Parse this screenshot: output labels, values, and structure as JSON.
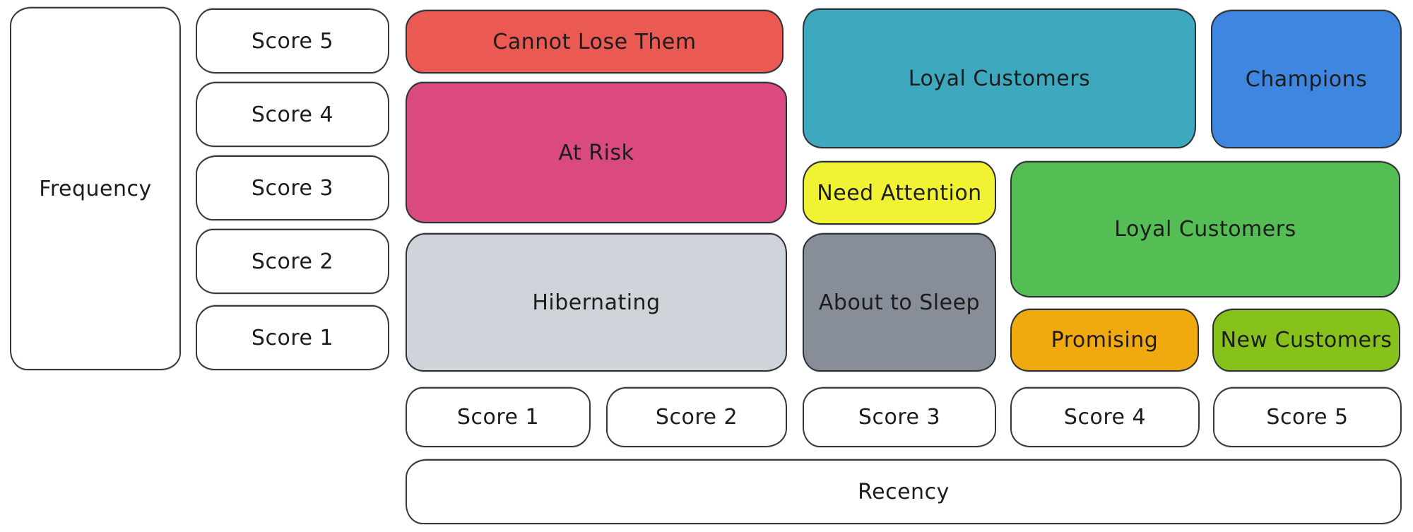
{
  "axes": {
    "frequency": {
      "label": "Frequency",
      "scores": [
        "Score 5",
        "Score 4",
        "Score 3",
        "Score 2",
        "Score 1"
      ]
    },
    "recency": {
      "label": "Recency",
      "scores": [
        "Score 1",
        "Score 2",
        "Score 3",
        "Score 4",
        "Score 5"
      ]
    }
  },
  "segments": {
    "cannot_lose_them": {
      "label": "Cannot Lose Them",
      "color": "#EA5952"
    },
    "at_risk": {
      "label": "At Risk",
      "color": "#DA4A80"
    },
    "hibernating": {
      "label": "Hibernating",
      "color": "#CFD4DB"
    },
    "loyal_customers_top": {
      "label": "Loyal Customers",
      "color": "#3DA8BE"
    },
    "champions": {
      "label": "Champions",
      "color": "#3E86E0"
    },
    "need_attention": {
      "label": "Need Attention",
      "color": "#F0F233"
    },
    "about_to_sleep": {
      "label": "About to Sleep",
      "color": "#878E98"
    },
    "loyal_customers_mid": {
      "label": "Loyal Customers",
      "color": "#54BD53"
    },
    "promising": {
      "label": "Promising",
      "color": "#F0A90F"
    },
    "new_customers": {
      "label": "New Customers",
      "color": "#86C21B"
    }
  },
  "colors": {
    "stroke": "#36393e",
    "text": "#1c1c1c",
    "background": "#ffffff"
  }
}
